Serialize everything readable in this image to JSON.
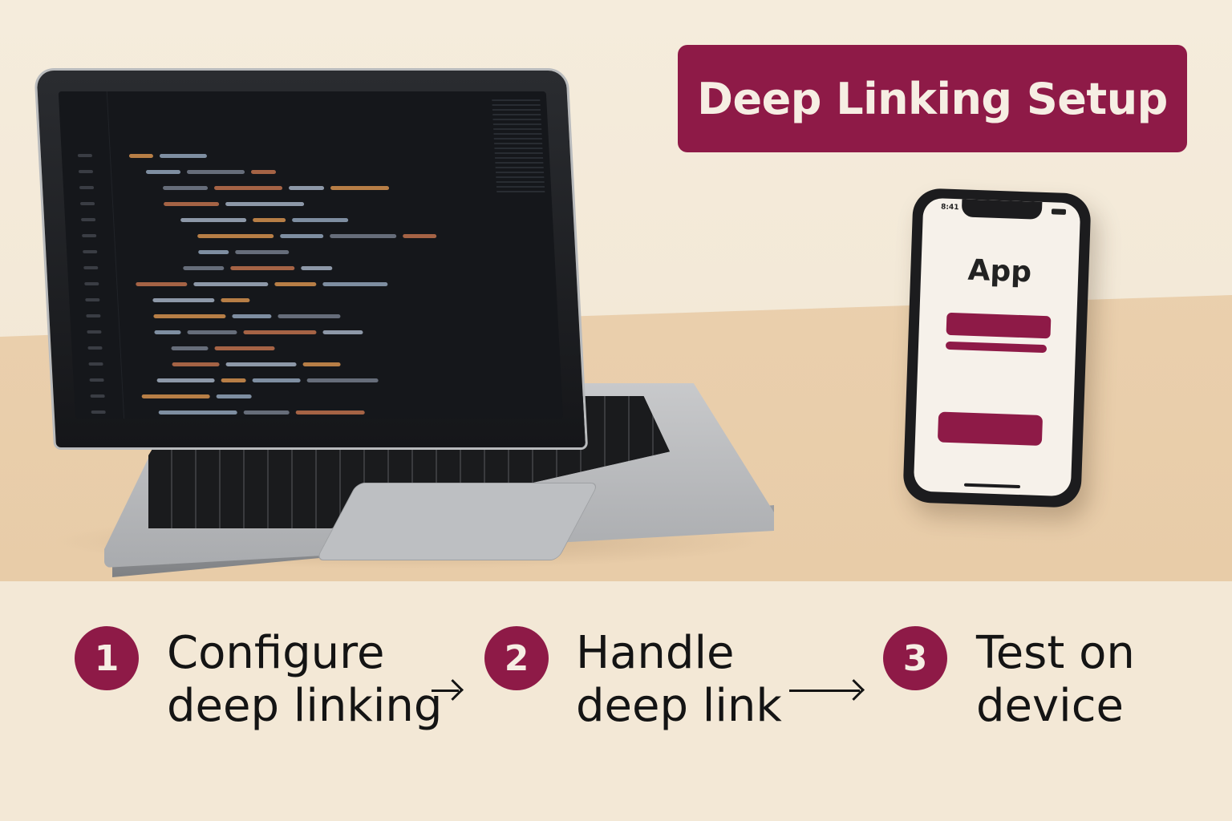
{
  "title": "Deep Linking Setup",
  "phone": {
    "status_time": "8:41",
    "app_title": "App"
  },
  "steps": [
    {
      "number": "1",
      "line1": "Configure",
      "line2": "deep linking"
    },
    {
      "number": "2",
      "line1": "Handle",
      "line2": "deep link"
    },
    {
      "number": "3",
      "line1": "Test on",
      "line2": "device"
    }
  ],
  "colors": {
    "accent": "#8e1a47",
    "background": "#f3e8d6",
    "desk": "#e8cca8",
    "text": "#141414"
  }
}
